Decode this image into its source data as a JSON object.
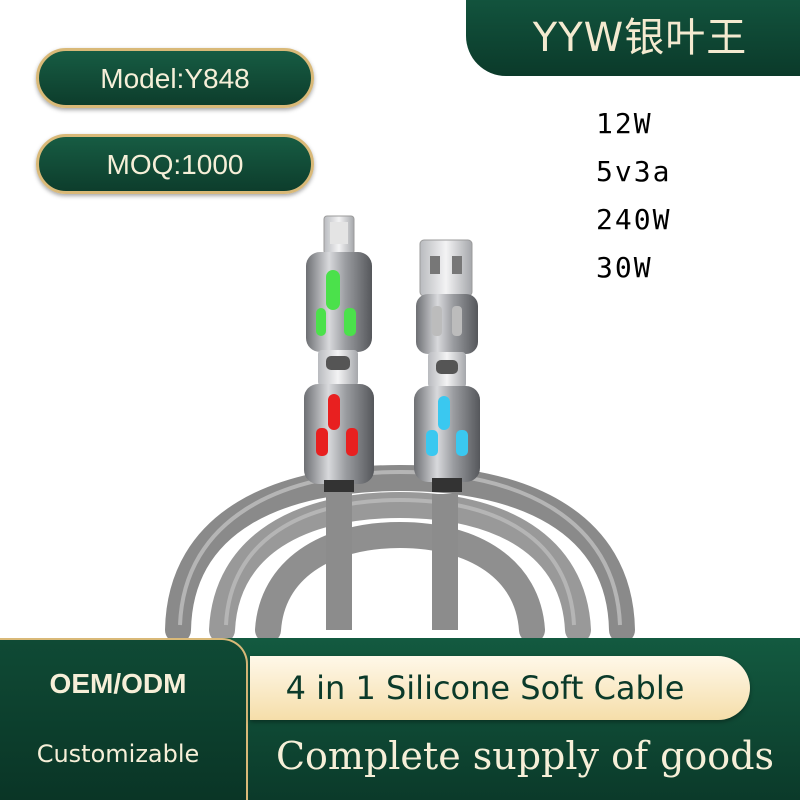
{
  "brand": {
    "name": "YYW银叶王"
  },
  "model": {
    "label": "Model:Y848"
  },
  "moq": {
    "label": "MOQ:1000"
  },
  "specs": [
    "12W",
    "5v3a",
    "240W",
    "30W"
  ],
  "bottom": {
    "left_title": "OEM/ODM",
    "left_subtitle": "Customizable",
    "headline": "4 in 1 Silicone Soft Cable",
    "tagline": "Complete supply of goods"
  },
  "colors": {
    "dark_green": "#0b3a2a",
    "gold_border": "#d9b978",
    "cream": "#f6efd8",
    "led_green": "#4be14b",
    "led_red": "#e82020",
    "led_blue": "#3ac8f0",
    "cable_gray": "#8a8a8a"
  },
  "product": {
    "image": "4-in-1-charging-cable"
  }
}
